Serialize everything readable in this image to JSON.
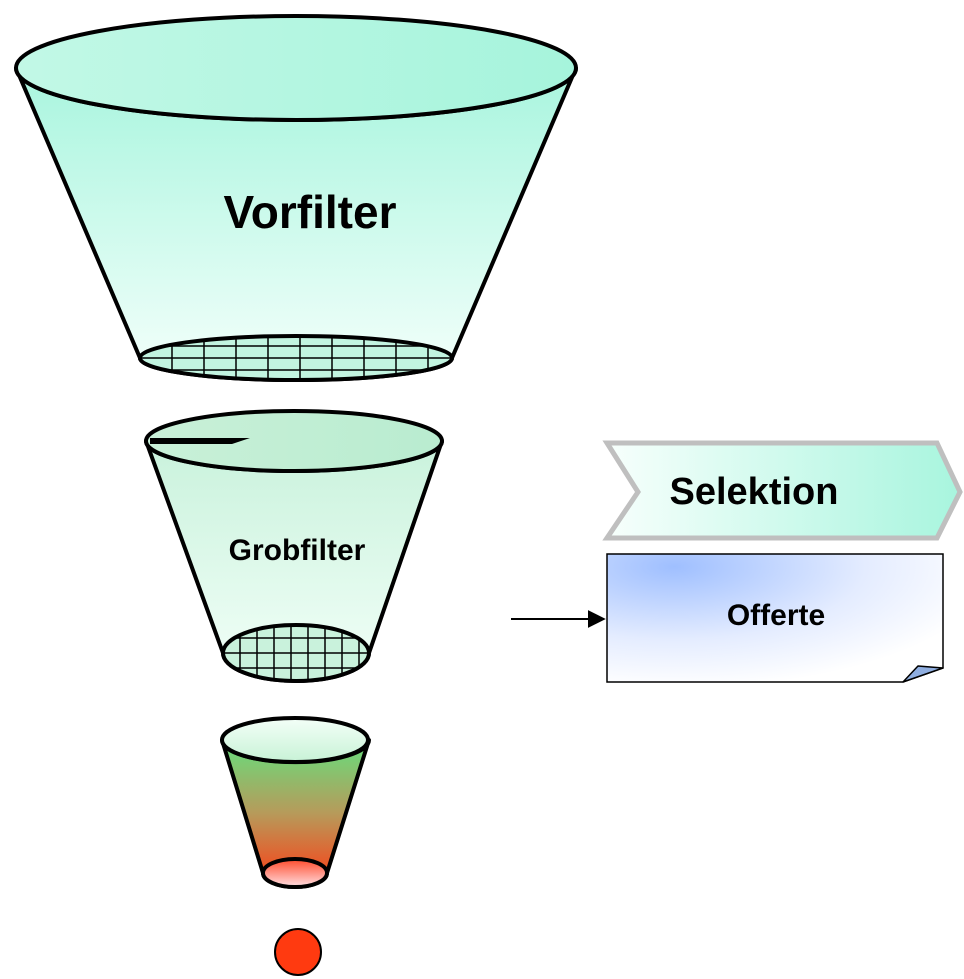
{
  "funnels": {
    "stage1": {
      "label": "Vorfilter"
    },
    "stage2": {
      "label": "Grobfilter"
    }
  },
  "tags": {
    "selektion": {
      "label": "Selektion"
    },
    "offerte": {
      "label": "Offerte"
    }
  },
  "colors": {
    "outline": "#000000",
    "mint": "#a8f5de",
    "mint_light": "#e6fcf5",
    "green": "#6fdc86",
    "red_orange": "#ff3b14",
    "pink": "#ffd6dc",
    "result_dot": "#ff3a10",
    "doc_blue": "#a9c6ff",
    "chevron_gray": "#bfbfbf"
  }
}
